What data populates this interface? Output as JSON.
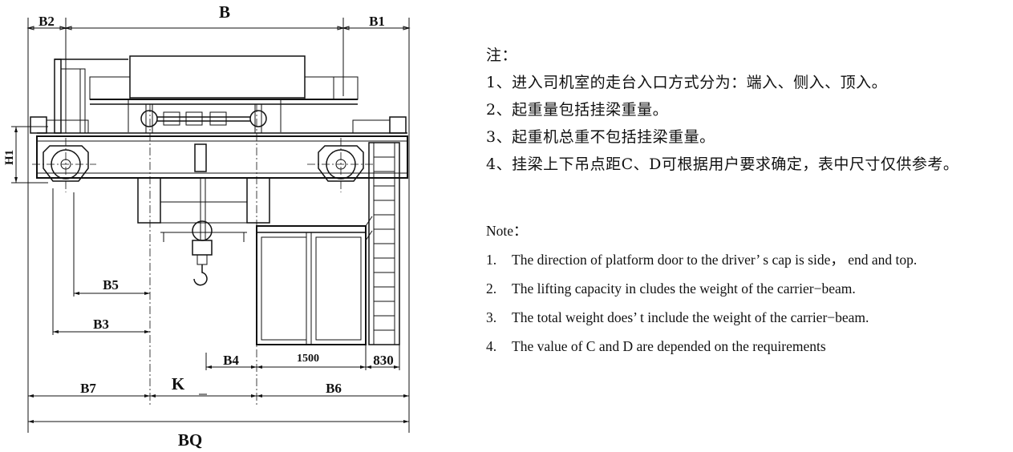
{
  "drawing": {
    "dims": {
      "B": "B",
      "B1": "B1",
      "B2": "B2",
      "B3": "B3",
      "B4": "B4",
      "B5": "B5",
      "B6": "B6",
      "B7": "B7",
      "BQ": "BQ",
      "K": "K",
      "H1": "H1",
      "d1500": "1500",
      "d830": "830"
    }
  },
  "notes_zh": {
    "title": "注：",
    "items": [
      {
        "n": "1、",
        "t": "进入司机室的走台入口方式分为：端入、侧入、顶入。"
      },
      {
        "n": "2、",
        "t": "起重量包括挂梁重量。"
      },
      {
        "n": "3、",
        "t": "起重机总重不包括挂梁重量。"
      },
      {
        "n": "4、",
        "t": "挂梁上下吊点距C、D可根据用户要求确定，表中尺寸仅供参考。"
      }
    ]
  },
  "notes_en": {
    "title": "Note：",
    "items": [
      {
        "n": "1.",
        "t": "The direction of platform door to the driver’ s cap is side， end and top."
      },
      {
        "n": "2.",
        "t": "The lifting capacity in cludes the weight of the carrier−beam."
      },
      {
        "n": "3.",
        "t": "The total weight does’ t include the weight of the carrier−beam."
      },
      {
        "n": "4.",
        "t": "The value of C and D are depended on the requirements"
      }
    ]
  }
}
